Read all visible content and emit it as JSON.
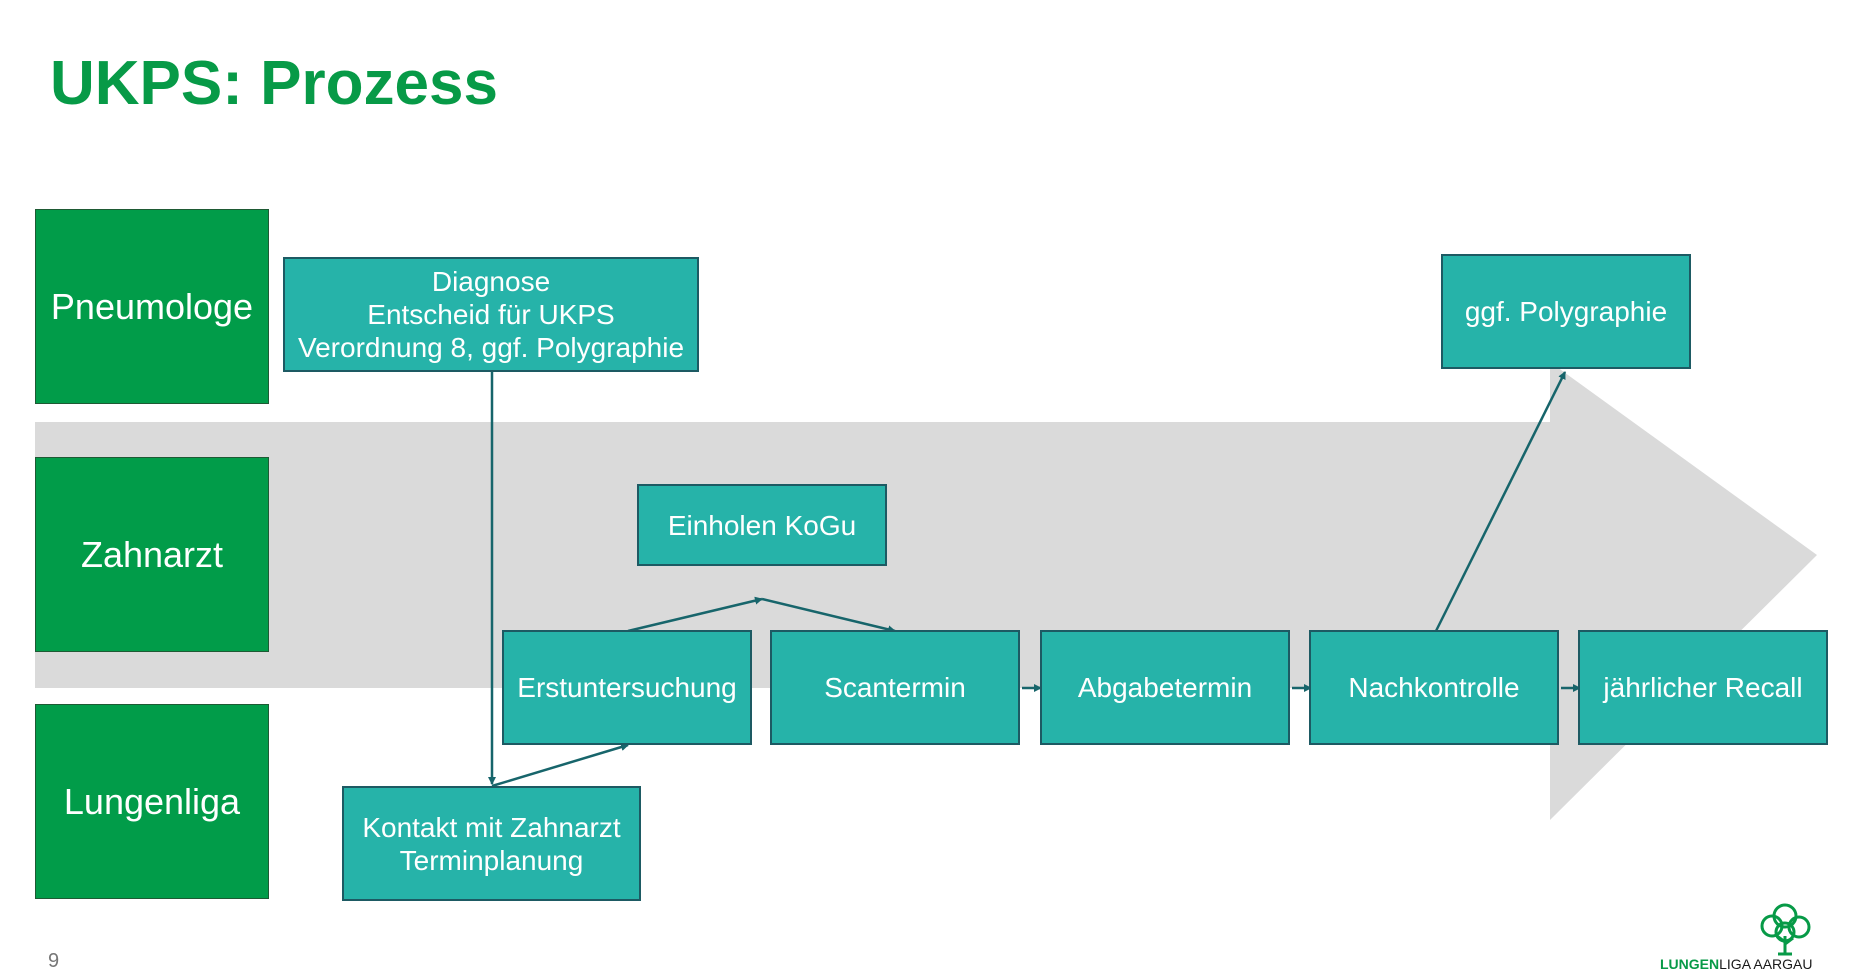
{
  "slide": {
    "title": "UKPS: Prozess",
    "page_number": "9"
  },
  "colors": {
    "title_green": "#079a47",
    "role_green": "#019c49",
    "step_teal": "#26b3a9",
    "connector": "#17656b",
    "background_arrow": "#dadada"
  },
  "roles": [
    {
      "label": "Pneumologe"
    },
    {
      "label": "Zahnarzt"
    },
    {
      "label": "Lungenliga"
    }
  ],
  "steps": {
    "diagnose": {
      "lines": [
        "Diagnose",
        "Entscheid für UKPS",
        "Verordnung 8, ggf. Polygraphie"
      ]
    },
    "polygraphie": {
      "lines": [
        "ggf. Polygraphie"
      ]
    },
    "kogu": {
      "lines": [
        "Einholen KoGu"
      ]
    },
    "erstuntersuchung": {
      "lines": [
        "Erstuntersuchung"
      ]
    },
    "scantermin": {
      "lines": [
        "Scantermin"
      ]
    },
    "abgabetermin": {
      "lines": [
        "Abgabetermin"
      ]
    },
    "nachkontrolle": {
      "lines": [
        "Nachkontrolle"
      ]
    },
    "recall": {
      "lines": [
        "jährlicher Recall"
      ]
    },
    "kontakt": {
      "lines": [
        "Kontakt mit Zahnarzt",
        "Terminplanung"
      ]
    }
  },
  "logo": {
    "text_green": "LUNGEN",
    "text_rest": "LIGA AARGAU",
    "icon": "tree-icon"
  }
}
